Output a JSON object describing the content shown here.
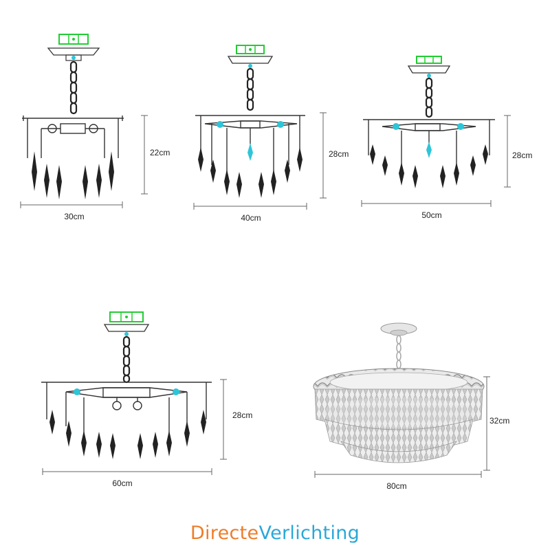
{
  "variants": [
    {
      "width_label": "30cm",
      "height_label": "22cm"
    },
    {
      "width_label": "40cm",
      "height_label": "28cm"
    },
    {
      "width_label": "50cm",
      "height_label": "28cm"
    },
    {
      "width_label": "60cm",
      "height_label": "28cm"
    },
    {
      "width_label": "80cm",
      "height_label": "32cm"
    }
  ],
  "brand": {
    "part1": "Directe",
    "part2": "Verlichting"
  },
  "colors": {
    "line": "#333333",
    "canopy_mark": "#22cc33",
    "bulb": "#2ec5d8",
    "crystal": "#222222",
    "brand_orange": "#ee7d2a",
    "brand_blue": "#2aa7d8"
  }
}
